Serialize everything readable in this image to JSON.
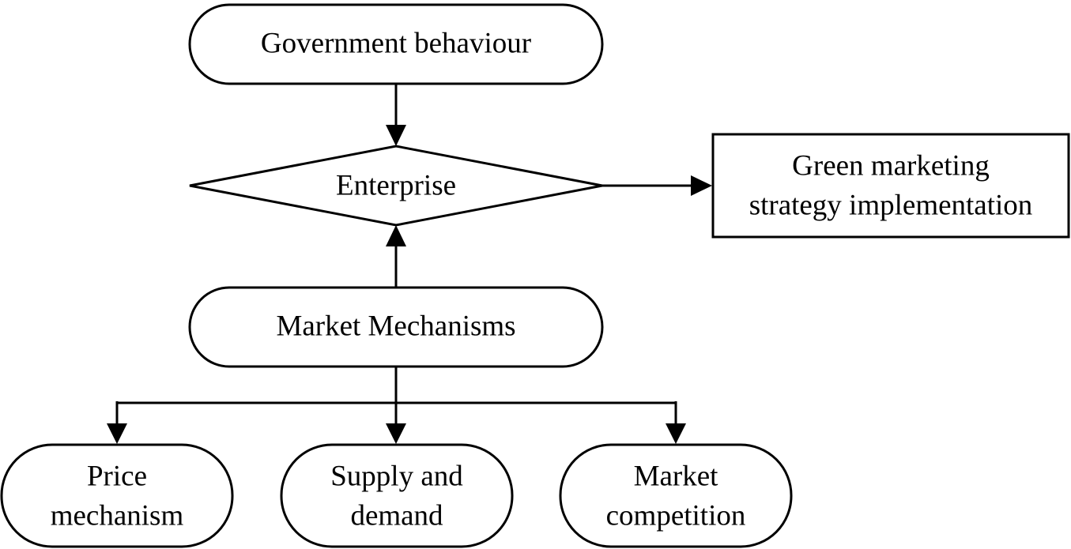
{
  "nodes": {
    "government": {
      "label": "Government behaviour"
    },
    "enterprise": {
      "label": "Enterprise"
    },
    "green_marketing": {
      "lines": [
        "Green marketing",
        "strategy implementation"
      ]
    },
    "market_mechanisms": {
      "label": "Market Mechanisms"
    },
    "price": {
      "lines": [
        "Price",
        "mechanism"
      ]
    },
    "supply": {
      "lines": [
        "Supply and",
        "demand"
      ]
    },
    "competition": {
      "lines": [
        "Market",
        "competition"
      ]
    }
  },
  "edges": [
    {
      "from": "Government behaviour",
      "to": "Enterprise"
    },
    {
      "from": "Enterprise",
      "to": "Green marketing strategy implementation"
    },
    {
      "from": "Market Mechanisms",
      "to": "Enterprise"
    },
    {
      "from": "Market Mechanisms",
      "to": "Price mechanism"
    },
    {
      "from": "Market Mechanisms",
      "to": "Supply and demand"
    },
    {
      "from": "Market Mechanisms",
      "to": "Market competition"
    }
  ]
}
